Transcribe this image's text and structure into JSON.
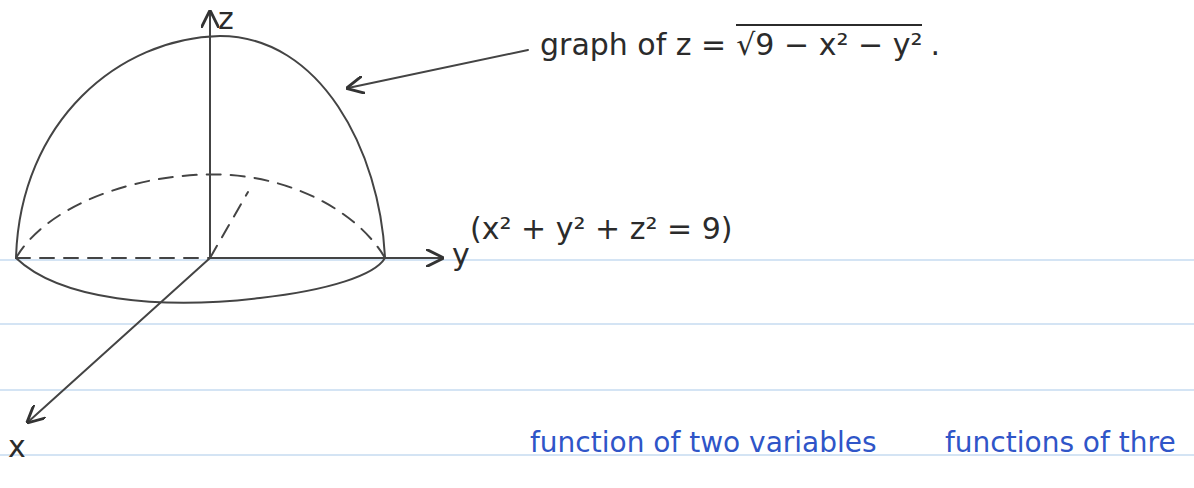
{
  "diagram": {
    "labels": [
      "z",
      "graph of z =",
      "√9 − x² − y²",
      ".",
      "(x² + y² + z² = 9)",
      "y",
      "x",
      "function of two variables",
      "functions of thre"
    ]
  }
}
